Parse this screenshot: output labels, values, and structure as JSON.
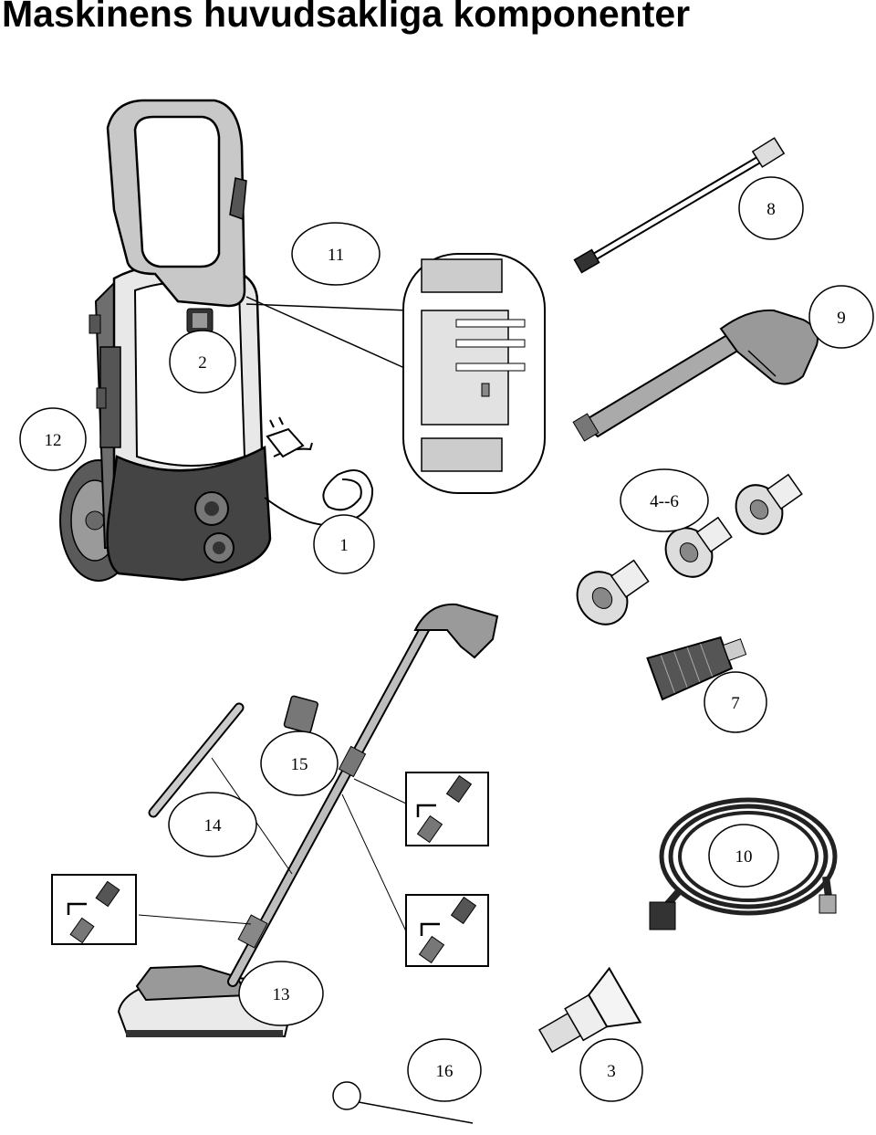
{
  "title": "Maskinens huvudsakliga komponenter",
  "callouts": {
    "c1": "1",
    "c2": "2",
    "c3": "3",
    "c4_6": "4--6",
    "c7": "7",
    "c8": "8",
    "c9": "9",
    "c10": "10",
    "c11": "11",
    "c12": "12",
    "c13": "13",
    "c14": "14",
    "c15": "15",
    "c16": "16"
  },
  "colors": {
    "line": "#000000",
    "dark_body": "#4a4a4a",
    "mid_grey": "#8a8a8a",
    "light_grey": "#cfcfcf",
    "background": "#ffffff"
  }
}
